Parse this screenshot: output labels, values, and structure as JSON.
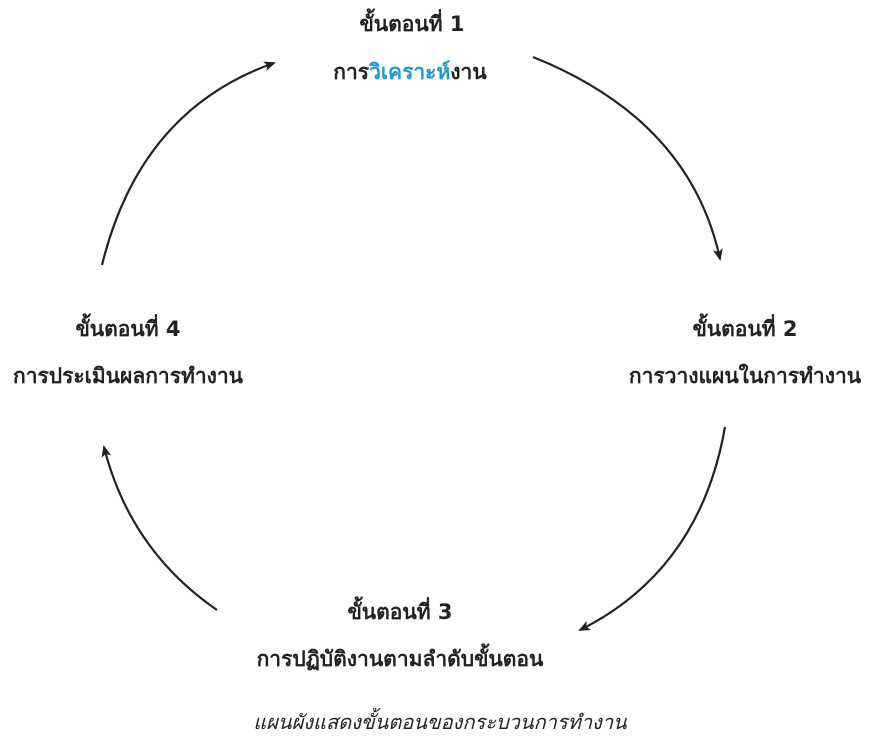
{
  "steps": [
    {
      "title": "ขั้นตอนที่  1",
      "desc_prefix": "การ",
      "desc_highlight": "วิเคราะห์",
      "desc_suffix": "งาน"
    },
    {
      "title": "ขั้นตอนที่  2",
      "desc": "การวางแผนในการทำงาน"
    },
    {
      "title": "ขั้นตอนที่  3",
      "desc": "การปฏิบัติงานตามลำดับขั้นตอน"
    },
    {
      "title": "ขั้นตอนที่  4",
      "desc": "การประเมินผลการทำงาน"
    }
  ],
  "caption": "แผนผังแสดงขั้นตอนของกระบวนการทำงาน",
  "colors": {
    "highlight": "#1a9ad6",
    "arrow": "#222222"
  }
}
